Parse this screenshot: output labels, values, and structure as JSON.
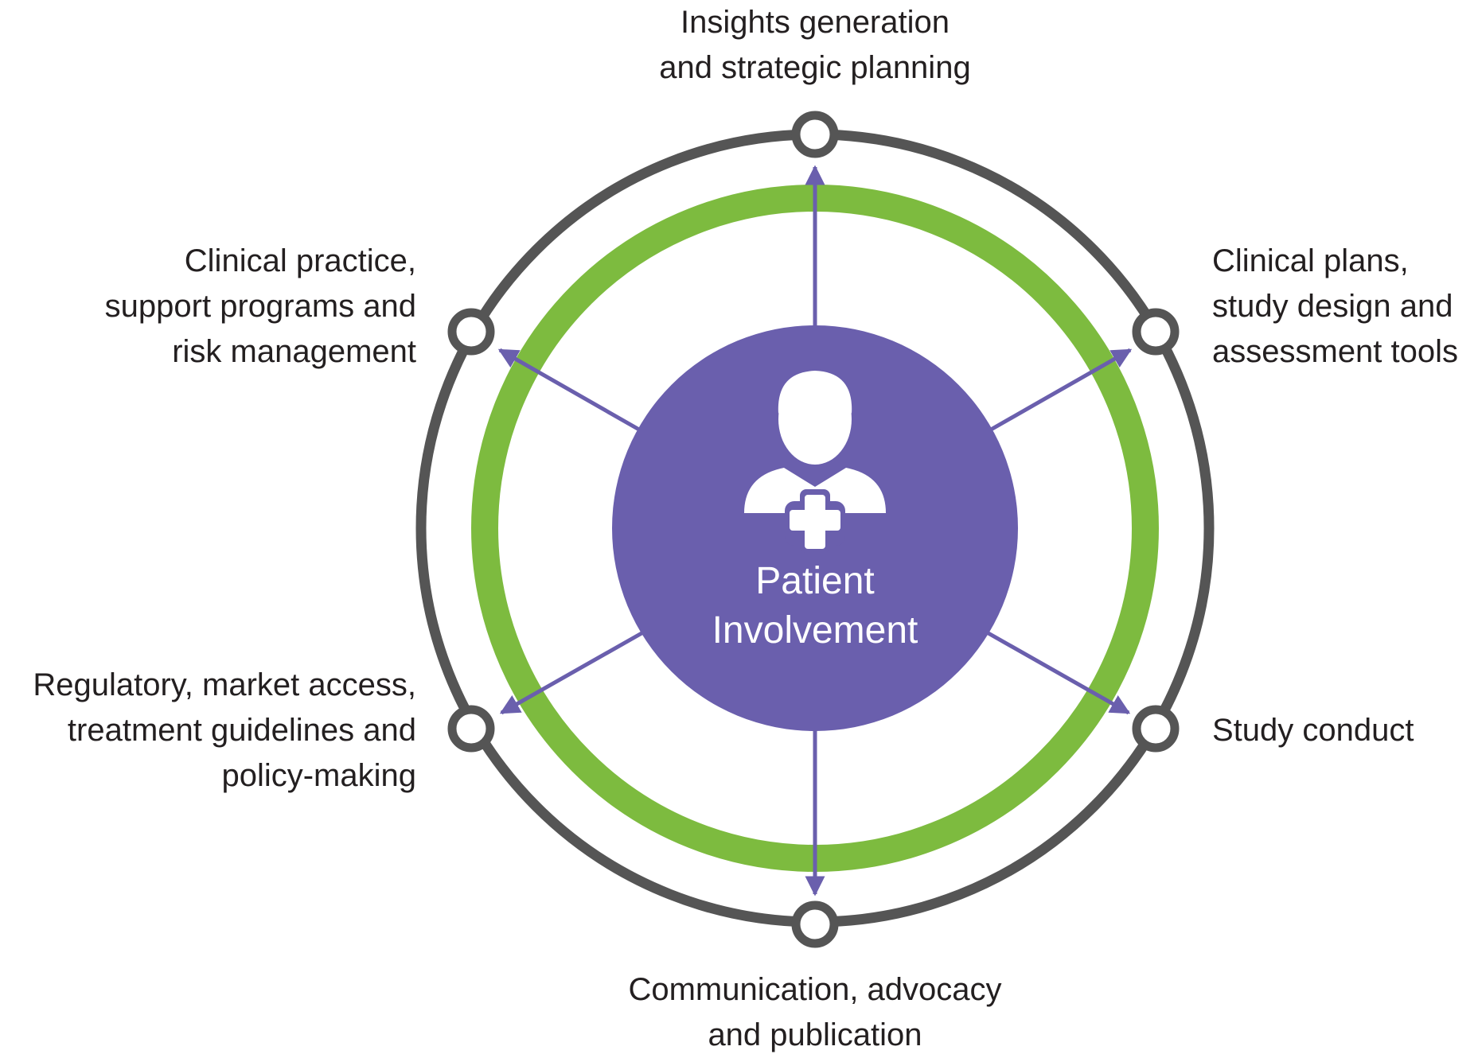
{
  "colors": {
    "outer_ring": "#555555",
    "inner_ring": "#7dbb3f",
    "center": "#6a5fad",
    "arrows": "#6a5fad",
    "node_fill": "#ffffff",
    "label_text": "#231f20",
    "center_text": "#ffffff"
  },
  "center": {
    "icon": "patient-plus-icon",
    "line1": "Patient",
    "line2": "Involvement"
  },
  "nodes": {
    "top": {
      "line1": "Insights generation",
      "line2": "and strategic planning"
    },
    "upper_right": {
      "line1": "Clinical plans,",
      "line2": "study design and",
      "line3": "assessment tools"
    },
    "lower_right": {
      "line1": "Study conduct"
    },
    "bottom": {
      "line1": "Communication, advocacy",
      "line2": "and publication"
    },
    "lower_left": {
      "line1": "Regulatory, market access,",
      "line2": "treatment guidelines and",
      "line3": "policy-making"
    },
    "upper_left": {
      "line1": "Clinical practice,",
      "line2": "support programs and",
      "line3": "risk management"
    }
  }
}
